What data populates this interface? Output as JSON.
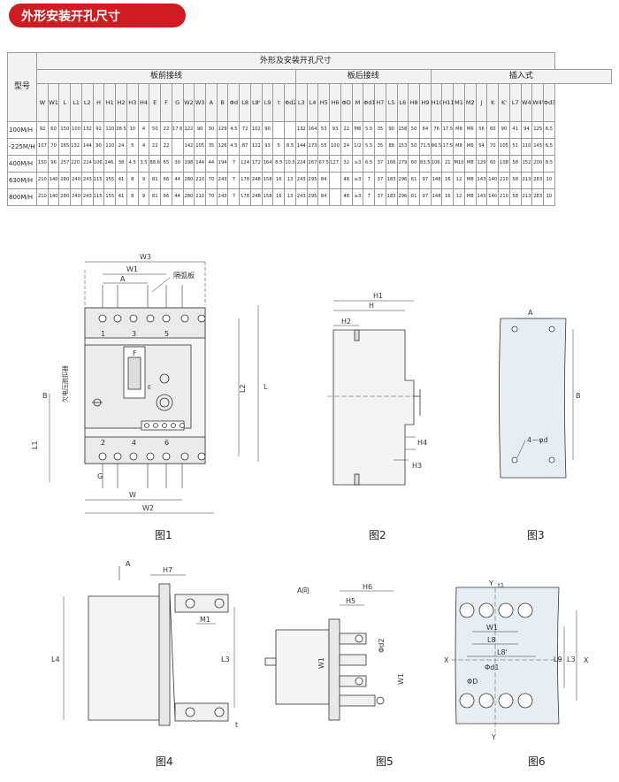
{
  "header": {
    "title": "外形安装开孔尺寸"
  },
  "table": {
    "model_header": "型号",
    "main_header": "外形及安装开孔尺寸",
    "groups": [
      {
        "label": "板前接线",
        "span": 23
      },
      {
        "label": "板后接线",
        "span": 12
      },
      {
        "label": "插入式",
        "span": 16
      }
    ],
    "columns": [
      "W",
      "W1",
      "L",
      "L1",
      "L2",
      "H",
      "H1",
      "H2",
      "H3",
      "H4",
      "E",
      "F",
      "G",
      "W2",
      "W3",
      "A",
      "B",
      "Φd",
      "L8",
      "L8'",
      "L9",
      "t",
      "Φd2",
      "L3",
      "L4",
      "H5",
      "H6",
      "ΦD",
      "M",
      "Φd1",
      "H7",
      "L5",
      "L6",
      "H8",
      "H9",
      "H10",
      "H11",
      "M1",
      "M2",
      "J",
      "K",
      "K'",
      "L7",
      "W4",
      "W4'",
      "Φd3"
    ],
    "rows": [
      {
        "model": "100M/H",
        "cells": [
          "92",
          "60",
          "150",
          "100",
          "132",
          "92",
          "110",
          "28.5",
          "10",
          "4",
          "50",
          "22",
          "17.6",
          "122",
          "90",
          "30",
          "129",
          "4.5",
          "72",
          "102",
          "90",
          "",
          "",
          "132",
          "164",
          "53",
          "93",
          "22",
          "M8",
          "5.5",
          "35",
          "90",
          "158",
          "50",
          "64",
          "76",
          "17.5",
          "M8",
          "M6",
          "56",
          "60",
          "90",
          "41",
          "94",
          "125",
          "6.5"
        ]
      },
      {
        "model": "-225M/H",
        "cells": [
          "107",
          "70",
          "165",
          "132.5",
          "144",
          "90",
          "110",
          "24",
          "5",
          "4",
          "22",
          "22",
          "",
          "142",
          "105",
          "35",
          "126",
          "4.5",
          "87",
          "122",
          "93",
          "5",
          "8.5",
          "144",
          "173",
          "55",
          "100",
          "24",
          "1/2",
          "5.5",
          "35",
          "88",
          "153",
          "50",
          "71.5",
          "86.5",
          "17.5",
          "M8",
          "M6",
          "54",
          "70",
          "105",
          "51",
          "110",
          "145",
          "6.5"
        ]
      },
      {
        "model": "400M/H",
        "cells": [
          "150",
          "96",
          "257",
          "220.5",
          "224",
          "106.5",
          "146.5",
          "38",
          "4.5",
          "3.5",
          "88.6",
          "65",
          "30",
          "198",
          "144",
          "44",
          "194",
          "7",
          "124",
          "172",
          "164",
          "8.5",
          "10.5",
          "224",
          "267",
          "67.5",
          "127.5",
          "32",
          "≥3",
          "6.5",
          "37",
          "166",
          "279",
          "60",
          "83.5",
          "106.5",
          "21",
          "M10",
          "M8",
          "129",
          "60",
          "108",
          "58",
          "152",
          "200",
          "8.5"
        ]
      },
      {
        "model": "630M/H",
        "cells": [
          "210",
          "140",
          "280",
          "240",
          "243",
          "115.5",
          "155",
          "41",
          "8",
          "9",
          "81",
          "66",
          "44",
          "280",
          "210",
          "70",
          "243",
          "7",
          "178",
          "248",
          "158",
          "16",
          "13",
          "243",
          "295",
          "84",
          "",
          "48",
          "≥3",
          "7",
          "37",
          "183",
          "296",
          "61",
          "97",
          "148",
          "16",
          "12",
          "M8",
          "143",
          "140",
          "210",
          "58",
          "213",
          "283",
          "10"
        ]
      },
      {
        "model": "800M/H",
        "cells": [
          "210",
          "140",
          "280",
          "240",
          "243",
          "115.5",
          "155",
          "41",
          "8",
          "9",
          "81",
          "66",
          "44",
          "280",
          "210",
          "70",
          "243",
          "7",
          "178",
          "248",
          "158",
          "16",
          "13",
          "243",
          "295",
          "84",
          "",
          "48",
          "≥3",
          "7",
          "37",
          "183",
          "296",
          "61",
          "97",
          "148",
          "16",
          "12",
          "M8",
          "143",
          "140",
          "210",
          "58",
          "213",
          "283",
          "10"
        ]
      }
    ]
  },
  "figures": {
    "fig1": {
      "caption": "图1",
      "labels": {
        "W3": "W3",
        "W1": "W1",
        "A": "A",
        "arc": "隔弧板",
        "B": "B",
        "L1": "L1",
        "L2": "L2",
        "L": "L",
        "relay": "欠电压脱扣器",
        "F": "F",
        "E": "E",
        "G": "G",
        "W": "W",
        "W2": "W2"
      },
      "terminals_top": [
        "1",
        "3",
        "5"
      ],
      "terminals_bottom": [
        "2",
        "4",
        "6"
      ]
    },
    "fig2": {
      "caption": "图2",
      "labels": {
        "H1": "H1",
        "H": "H",
        "H2": "H2",
        "H4": "H4",
        "H3": "H3"
      }
    },
    "fig3": {
      "caption": "图3",
      "labels": {
        "A": "A",
        "B": "B",
        "hole": "4－φd"
      }
    },
    "fig4": {
      "caption": "图4",
      "labels": {
        "A": "A",
        "H7": "H7",
        "M1": "M1",
        "L4": "L4",
        "L3": "L3",
        "t": "t"
      }
    },
    "fig5": {
      "caption": "图5",
      "labels": {
        "dir": "A向",
        "H6": "H6",
        "H5": "H5",
        "d2": "Φd2",
        "W1a": "W1",
        "W1b": "W1"
      }
    },
    "fig6": {
      "caption": "图6",
      "labels": {
        "Y": "Y",
        "t1": "t1",
        "W1": "W1",
        "L8": "L8",
        "L8p": "L8'",
        "L9": "L9",
        "L3": "L3",
        "X": "X",
        "d1": "Φd1",
        "D": "ΦD"
      }
    }
  }
}
